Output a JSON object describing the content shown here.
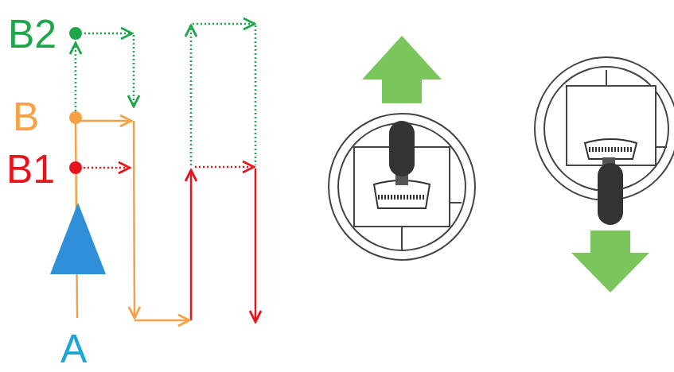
{
  "diagram": {
    "labels": [
      "B2",
      "B",
      "B1",
      "A"
    ]
  }
}
